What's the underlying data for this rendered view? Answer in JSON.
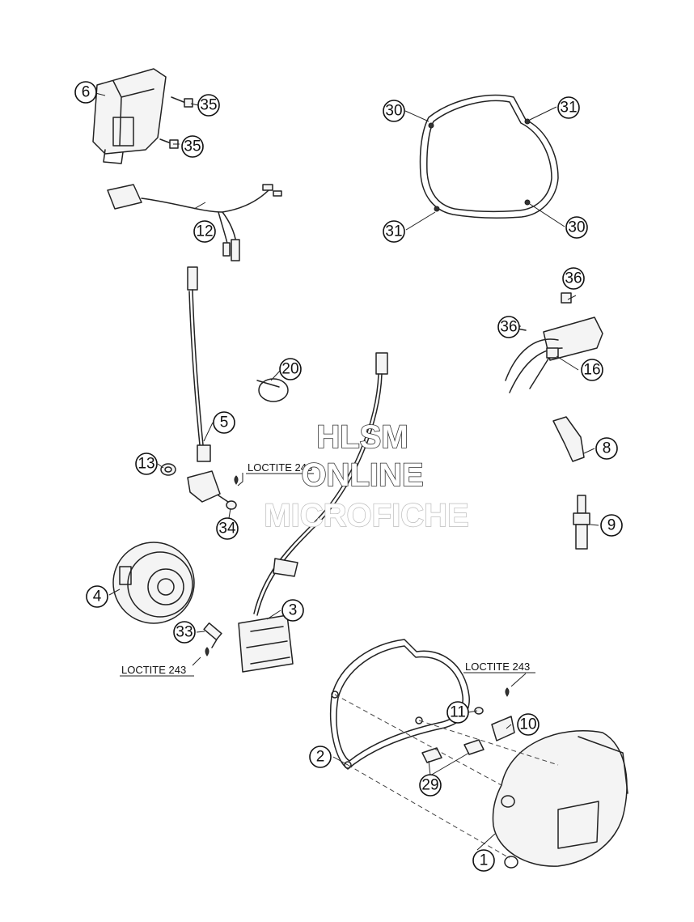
{
  "callouts": {
    "p1": "1",
    "p2": "2",
    "p3": "3",
    "p4": "4",
    "p5": "5",
    "p6": "6",
    "p8": "8",
    "p9": "9",
    "p10": "10",
    "p11": "11",
    "p12": "12",
    "p13": "13",
    "p16": "16",
    "p20": "20",
    "p29": "29",
    "p30a": "30",
    "p30b": "30",
    "p31a": "31",
    "p31b": "31",
    "p33": "33",
    "p34": "34",
    "p35a": "35",
    "p35b": "35",
    "p36a": "36",
    "p36b": "36"
  },
  "notes": {
    "loctite_a": "LOCTITE 243",
    "loctite_b": "LOCTITE 243",
    "loctite_c": "LOCTITE 243"
  },
  "watermark": {
    "line1": "HLSM",
    "line2": "ONLINE",
    "line3": "MICROFICHE"
  }
}
